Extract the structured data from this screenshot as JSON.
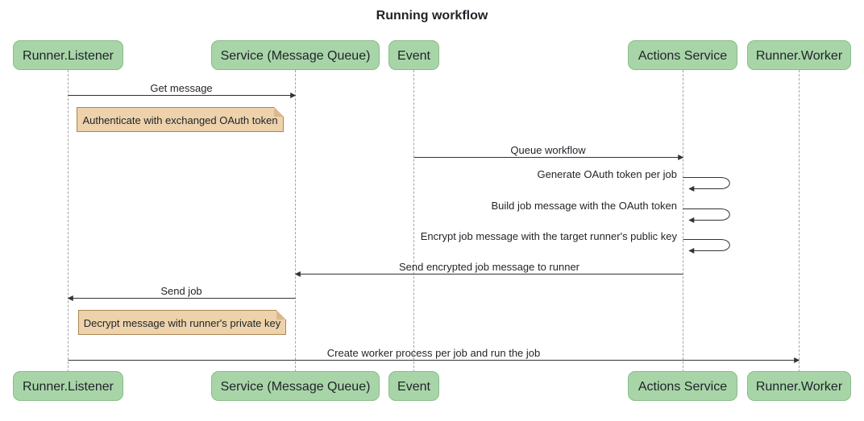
{
  "title": "Running workflow",
  "diagram_type": "sequence",
  "actors": [
    {
      "id": "runner-listener",
      "label": "Runner.Listener"
    },
    {
      "id": "service-message-queue",
      "label": "Service (Message Queue)"
    },
    {
      "id": "event",
      "label": "Event"
    },
    {
      "id": "actions-service",
      "label": "Actions Service"
    },
    {
      "id": "runner-worker",
      "label": "Runner.Worker"
    }
  ],
  "messages": [
    {
      "label": "Get message",
      "from": "Runner.Listener",
      "to": "Service (Message Queue)",
      "kind": "arrow"
    },
    {
      "label": "Queue workflow",
      "from": "Event",
      "to": "Actions Service",
      "kind": "arrow"
    },
    {
      "label": "Generate OAuth token per job",
      "from": "Actions Service",
      "to": "Actions Service",
      "kind": "self"
    },
    {
      "label": "Build job message with the OAuth token",
      "from": "Actions Service",
      "to": "Actions Service",
      "kind": "self"
    },
    {
      "label": "Encrypt job message with the target runner's public key",
      "from": "Actions Service",
      "to": "Actions Service",
      "kind": "self"
    },
    {
      "label": "Send encrypted job message to runner",
      "from": "Actions Service",
      "to": "Service (Message Queue)",
      "kind": "arrow"
    },
    {
      "label": "Send job",
      "from": "Service (Message Queue)",
      "to": "Runner.Listener",
      "kind": "arrow"
    },
    {
      "label": "Create worker process per job and run the job",
      "from": "Runner.Listener",
      "to": "Runner.Worker",
      "kind": "arrow"
    }
  ],
  "notes": [
    {
      "text": "Authenticate with exchanged OAuth token",
      "anchor": "Runner.Listener"
    },
    {
      "text": "Decrypt message with runner's private key",
      "anchor": "Runner.Listener"
    }
  ],
  "colors": {
    "actor_fill": "#a8d5a8",
    "actor_border": "#8abb8a",
    "actor_text": "#1f2328",
    "note_fill": "#edd2ab",
    "note_border": "#aa8653",
    "note_fold": "#d9b98c",
    "line": "#333333",
    "lifeline": "#a3a3a3",
    "background": "#ffffff",
    "text": "#1f2328"
  }
}
